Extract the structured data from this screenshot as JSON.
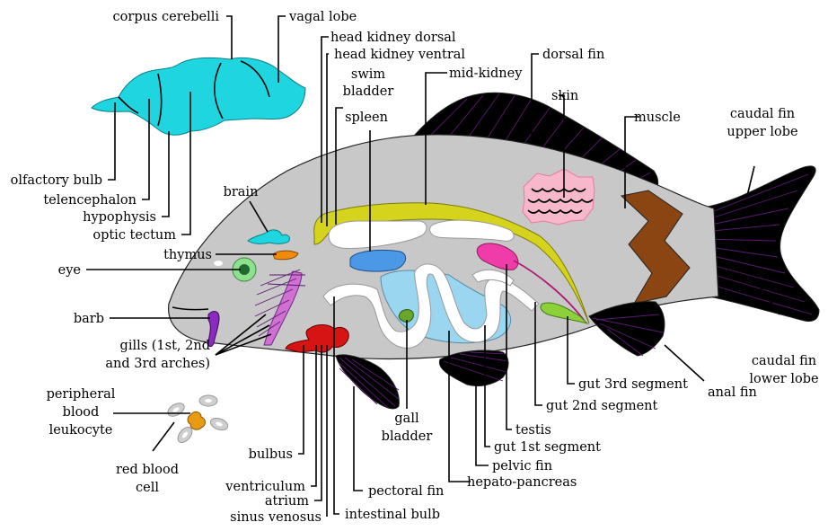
{
  "colors": {
    "body": "#c8c8c8",
    "fin": "#9a2fc9",
    "brain": "#1fd6e0",
    "kidney": "#d6d31c",
    "spleen": "#4a98e6",
    "hepatopancreas": "#9ad6ef",
    "heart": "#d61414",
    "muscle": "#8b4513",
    "skin_scales": "#f7b8cc",
    "testis": "#f03ca8",
    "gut_3rd": "#8cd13a",
    "gall_bladder": "#6aa629",
    "thymus": "#f08a0a",
    "eye": "#8de08d",
    "leukocyte": "#e79a12",
    "red_blood_cell": "#cfcfcf",
    "outline": "#222222"
  },
  "labels": {
    "corpus_cerebelli": "corpus cerebelli",
    "vagal_lobe": "vagal lobe",
    "head_kidney_dorsal": "head kidney dorsal",
    "head_kidney_ventral": "head kidney ventral",
    "swim_bladder_1": "swim",
    "swim_bladder_2": "bladder",
    "mid_kidney": "mid-kidney",
    "dorsal_fin": "dorsal fin",
    "skin": "skin",
    "muscle": "muscle",
    "caudal_upper_1": "caudal fin",
    "caudal_upper_2": "upper lobe",
    "spleen": "spleen",
    "olfactory_bulb": "olfactory bulb",
    "telencephalon": "telencephalon",
    "hypophysis": "hypophysis",
    "optic_tectum": "optic tectum",
    "brain": "brain",
    "thymus": "thymus",
    "eye": "eye",
    "barb": "barb",
    "gills_1": "gills (1st, 2nd",
    "gills_2": "and 3rd arches)",
    "peripheral_1": "peripheral",
    "peripheral_2": "blood",
    "peripheral_3": "leukocyte",
    "red_blood_1": "red blood",
    "red_blood_2": "cell",
    "bulbus": "bulbus",
    "ventriculum": "ventriculum",
    "atrium": "atrium",
    "sinus_venosus": "sinus venosus",
    "intestinal_bulb": "intestinal bulb",
    "pectoral_fin": "pectoral fin",
    "gall_1": "gall",
    "gall_2": "bladder",
    "hepato_pancreas": "hepato-pancreas",
    "pelvic_fin": "pelvic fin",
    "gut_1st": "gut 1st segment",
    "testis": "testis",
    "gut_2nd": "gut 2nd segment",
    "gut_3rd": "gut 3rd segment",
    "anal_fin": "anal fin",
    "caudal_lower_1": "caudal fin",
    "caudal_lower_2": "lower lobe"
  }
}
